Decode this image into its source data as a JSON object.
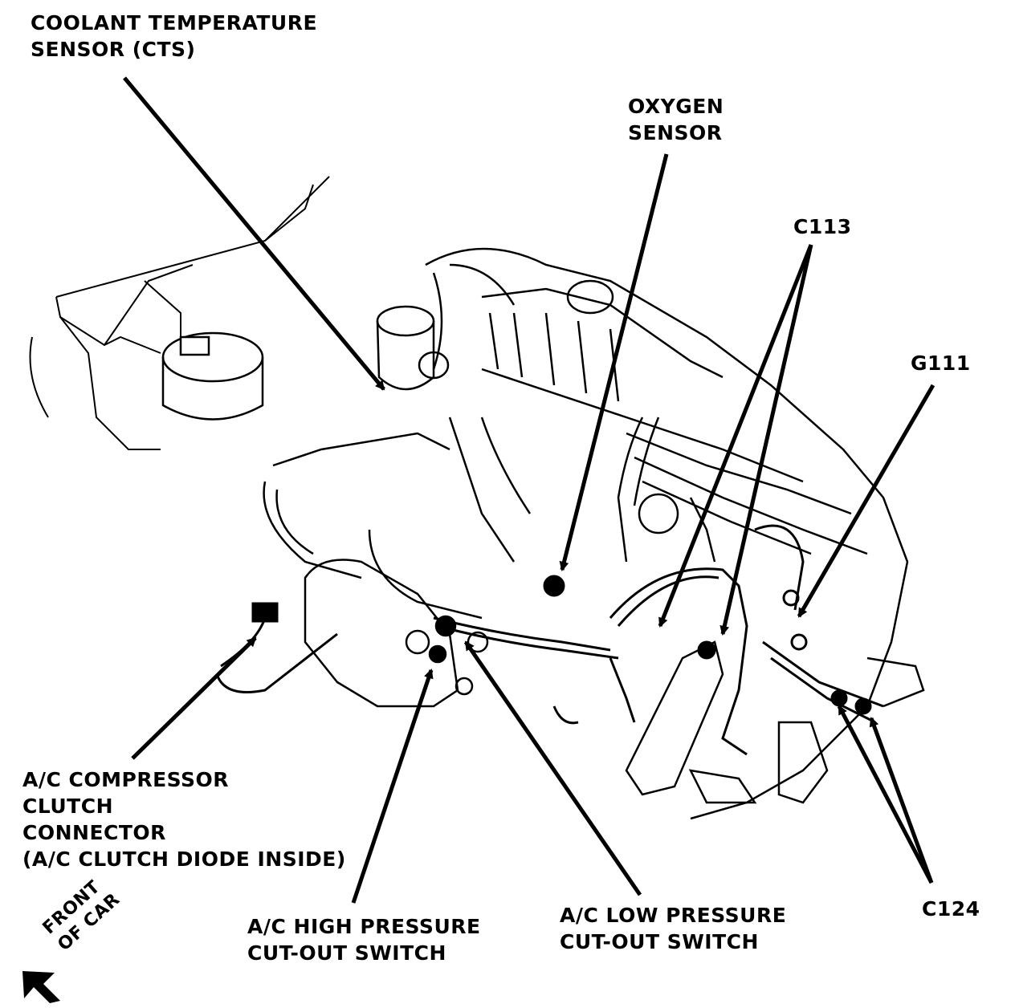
{
  "labels": {
    "coolant_temp_sensor": [
      "COOLANT TEMPERATURE",
      "SENSOR (CTS)"
    ],
    "oxygen_sensor": [
      "OXYGEN",
      "SENSOR"
    ],
    "c113": "C113",
    "g111": "G111",
    "ac_compressor_clutch": [
      "A/C COMPRESSOR",
      "CLUTCH",
      "CONNECTOR",
      "(A/C CLUTCH DIODE INSIDE)"
    ],
    "ac_high_pressure": [
      "A/C HIGH PRESSURE",
      "CUT-OUT SWITCH"
    ],
    "ac_low_pressure": [
      "A/C LOW PRESSURE",
      "CUT-OUT SWITCH"
    ],
    "c124": "C124",
    "front_of_car": [
      "FRONT",
      "OF CAR"
    ]
  },
  "colors": {
    "ink": "#000000",
    "paper": "#ffffff"
  }
}
